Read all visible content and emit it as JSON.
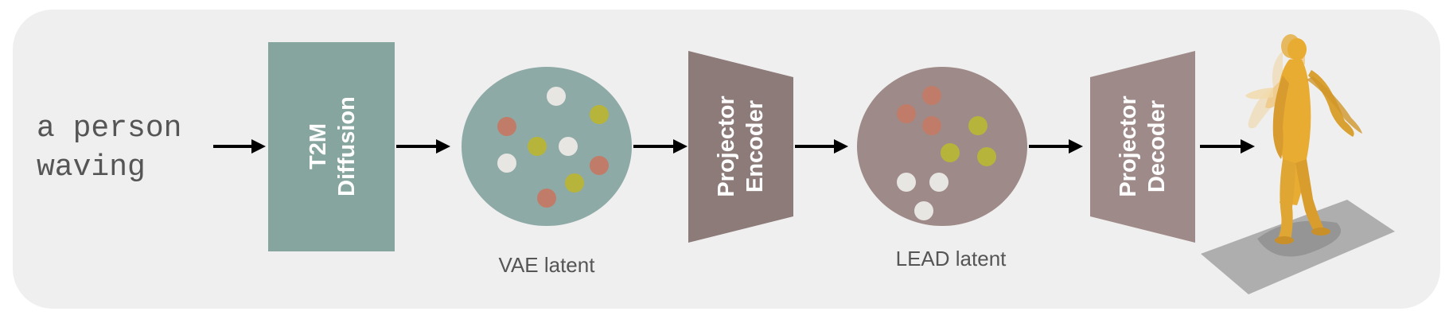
{
  "input_prompt": {
    "line1": "a person",
    "line2": "waving"
  },
  "t2m_block": {
    "line1": "T2M",
    "line2": "Diffusion",
    "color": "#86a59e"
  },
  "vae_latent": {
    "label": "VAE latent",
    "color": "#8eaaa6"
  },
  "projector_encoder": {
    "line1": "Projector",
    "line2": "Encoder",
    "color": "#8c7b79"
  },
  "lead_latent": {
    "label": "LEAD latent",
    "color": "#9e8b89"
  },
  "projector_decoder": {
    "line1": "Projector",
    "line2": "Decoder",
    "color": "#9e8b89"
  },
  "output_motion": {
    "icon": "waving-human-figure-icon"
  },
  "colors": {
    "panel": "#efefef",
    "arrow": "#000000",
    "dot_white": "#e8e6e2",
    "dot_orange": "#c07c68",
    "dot_yellow": "#b6b43a",
    "figure": "#e8b13c",
    "floor": "#a6a6a6"
  }
}
